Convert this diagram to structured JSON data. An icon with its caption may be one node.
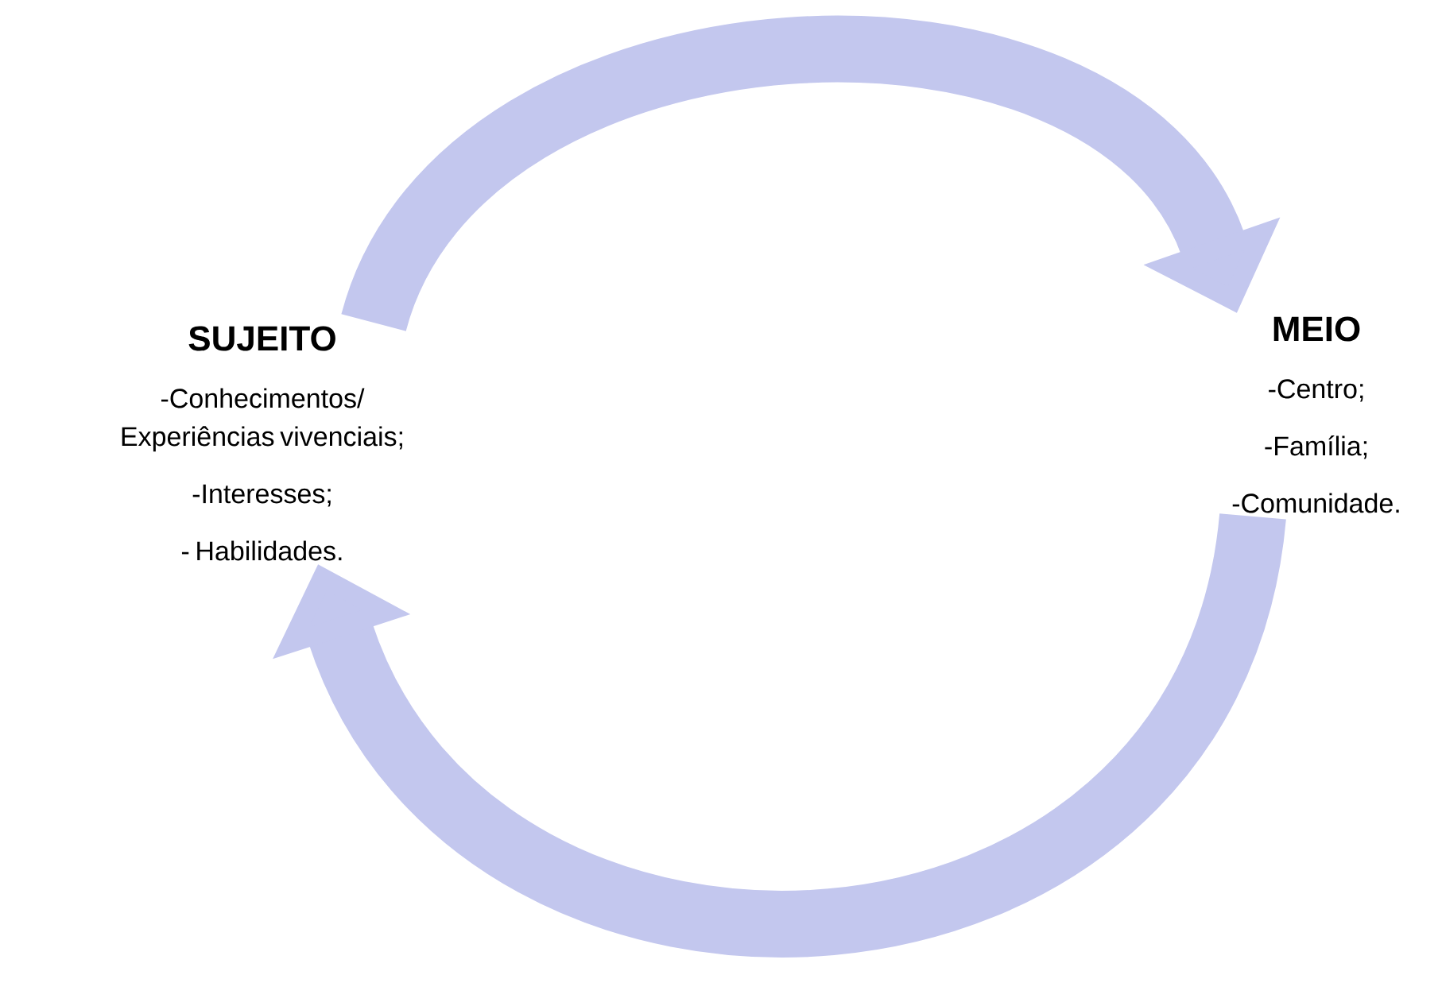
{
  "diagram": {
    "nodes": [
      {
        "text": [
          "SUJEITO",
          "-Conhecimentos/ Experiências vivenciais;",
          "-Interesses;",
          "- Habilidades."
        ]
      },
      {
        "text": [
          "MEIO",
          "-Centro;",
          "-Família;",
          "-Comunidade."
        ]
      }
    ],
    "edges": [
      {
        "from": 0,
        "to": 1,
        "arrow": "to"
      },
      {
        "from": 1,
        "to": 0,
        "arrow": "to"
      }
    ]
  }
}
